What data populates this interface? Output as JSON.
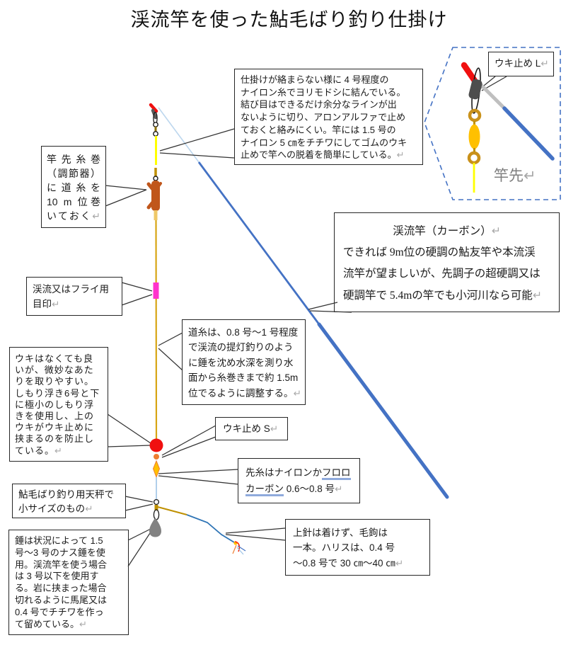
{
  "title": "渓流竿を使った鮎毛ばり釣り仕掛け",
  "detail_inset": {
    "float_stopper_l": "ウキ止め L↵",
    "rod_tip": "竿先↵"
  },
  "callouts": {
    "knot": {
      "lines": [
        "仕掛けが絡まらない様に 4 号程度の",
        "ナイロン糸でヨリモドシに結んでいる。",
        "結び目はできるだけ余分なラインが出",
        "ないように切り、アロンアルファで止め",
        "ておくと絡みにくい。竿には 1.5 号の",
        "ナイロン 5 ㎝をチチワにしてゴムのウキ",
        "止めで竿への脱着を簡単にしている。↵"
      ]
    },
    "line_winder": {
      "lines": [
        "竿先糸巻",
        "（調節器）",
        "に道糸を",
        "10 m 位巻",
        "いておく↵"
      ]
    },
    "stream_marker": {
      "lines": [
        "渓流又はフライ用",
        "目印↵"
      ]
    },
    "float_note": {
      "lines": [
        "ウキはなくても良",
        "いが、微妙なあた",
        "りを取りやすい。",
        "しもり浮き6号と下",
        "に極小のしもり浮",
        "きを使用し、上の",
        "ウキがウキ止めに",
        "挟まるのを防止し",
        "ている。↵"
      ]
    },
    "main_line": {
      "lines": [
        "道糸は、0.8 号～1 号程度",
        "で渓流の提灯釣りのよう",
        "に錘を沈め水深を測り水",
        "面から糸巻きまで約 1.5m",
        "位でるように調整する。↵"
      ]
    },
    "rod_note": {
      "title_line": "渓流竿（カーボン）↵",
      "lines": [
        "できれば 9m位の硬調の鮎友竿や本流渓",
        "流竿が望ましいが、先調子の超硬調又は",
        "硬調竿で 5.4mの竿でも小河川なら可能↵"
      ]
    },
    "float_stopper_s": {
      "label": "ウキ止め S↵"
    },
    "tippet": {
      "l1a": "先糸はナイロンか",
      "l1b": "フロロ",
      "l2a": "カーボン",
      "l2b": " 0.6～0.8 号↵"
    },
    "tenbin": {
      "lines": [
        "鮎毛ばり釣り用天秤で",
        "小サイズのもの↵"
      ]
    },
    "sinker": {
      "lines": [
        "錘は状況によって 1.5",
        "号～3 号のナス錘を使",
        "用。渓流竿を使う場合",
        "は 3 号以下を使用す",
        "る。岩に挟まった場合",
        "切れるように馬尾又は",
        "0.4 号でチチワを作っ",
        "て留めている。↵"
      ]
    },
    "hook": {
      "lines": [
        "上針は着けず、毛鉤は",
        "一本。ハリスは、0.4 号",
        "～0.8 号で 30 ㎝～40 ㎝↵"
      ]
    }
  },
  "colors": {
    "rod_blue": "#4472C4",
    "rod_tip_lightblue": "#BDD7EE",
    "main_line_gold": "#D7A514",
    "nylon_yellow": "#FFFF00",
    "winder_orange": "#C0561B",
    "marker_magenta": "#FF33CC",
    "float_red": "#F01010",
    "bead_orange": "#ED7D31",
    "small_float_yellow": "#FFC000",
    "tippet_lightblue": "#9DC3E6",
    "sinker_gray": "#828282",
    "inset_dash_blue": "#4472C4"
  }
}
